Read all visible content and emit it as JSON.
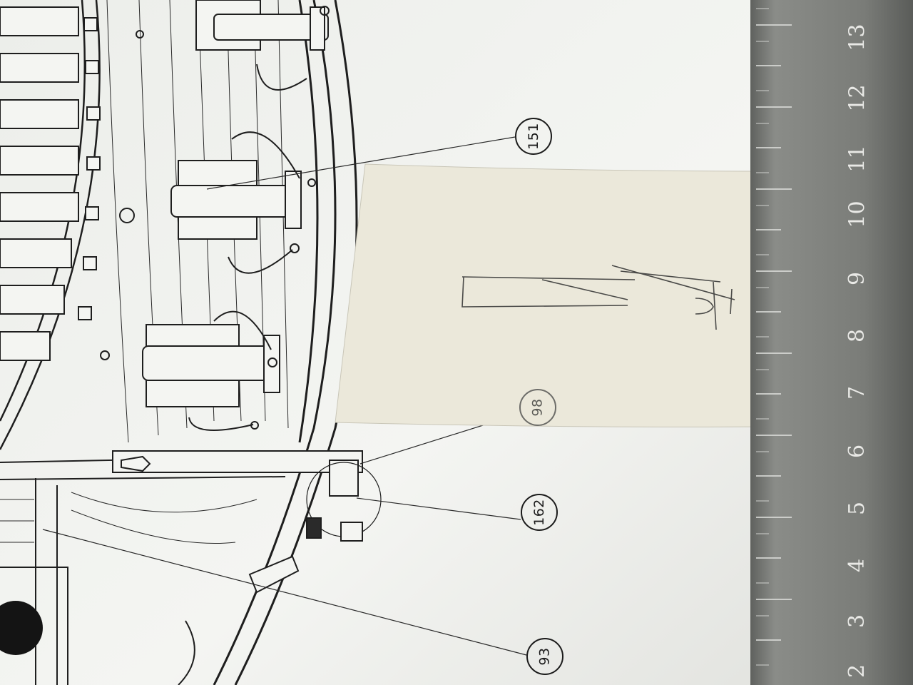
{
  "callouts": [
    {
      "label": "151"
    },
    {
      "label": "98"
    },
    {
      "label": "162"
    },
    {
      "label": "93"
    }
  ],
  "ruler": {
    "labels": [
      "2",
      "3",
      "4",
      "5",
      "6",
      "7",
      "8",
      "9",
      "10",
      "11",
      "12",
      "13"
    ]
  },
  "colors": {
    "paper": "#f3f4f1",
    "tracing_paper": "#ece9dc",
    "ink": "#1e1e1e",
    "pencil": "#4a4a48",
    "ruler": "#7d7f7c"
  }
}
